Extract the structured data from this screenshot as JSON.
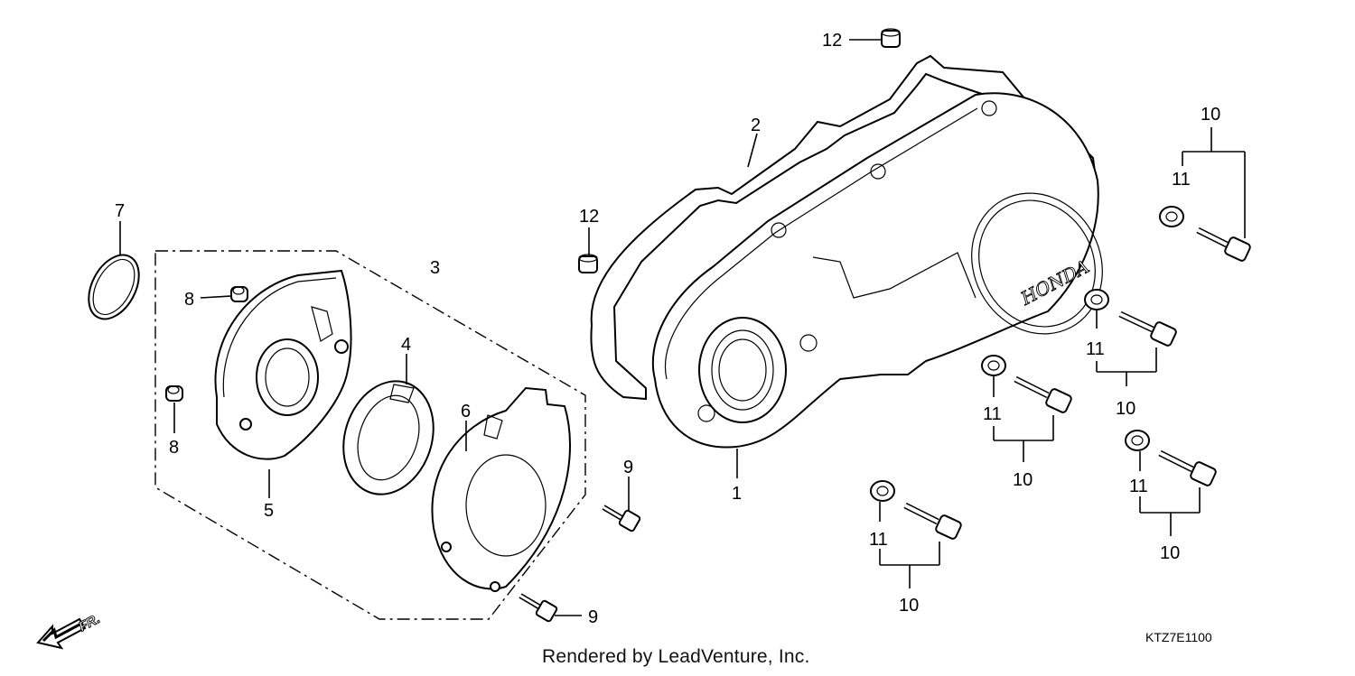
{
  "labels": {
    "p1": "1",
    "p2": "2",
    "p3": "3",
    "p4": "4",
    "p5": "5",
    "p6": "6",
    "p7": "7",
    "p8a": "8",
    "p8b": "8",
    "p9a": "9",
    "p9b": "9",
    "p10a": "10",
    "p10b": "10",
    "p10c": "10",
    "p10d": "10",
    "p10e": "10",
    "p11a": "11",
    "p11b": "11",
    "p11c": "11",
    "p11d": "11",
    "p11e": "11",
    "p12a": "12",
    "p12b": "12"
  },
  "cover_brand": "HONDA",
  "front_marker": "FR.",
  "diagram_code": "KTZ7E1100",
  "credit": "Rendered by LeadVenture, Inc."
}
